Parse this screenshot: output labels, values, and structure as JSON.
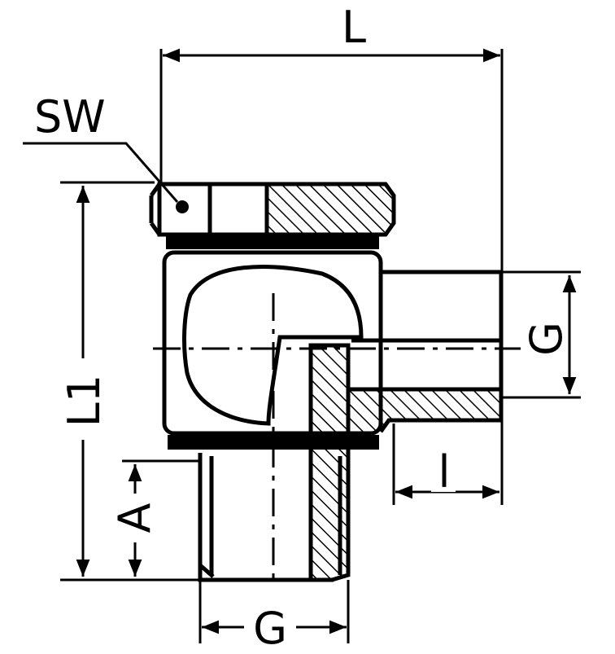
{
  "drawing": {
    "labels": {
      "sw": "SW",
      "l": "L",
      "l1": "L1",
      "a": "A",
      "g_bottom": "G",
      "g_right": "G",
      "l_small": "l"
    }
  }
}
